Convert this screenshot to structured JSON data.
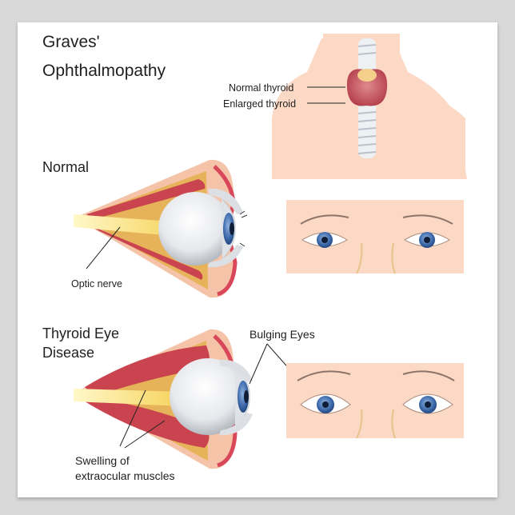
{
  "title_line1": "Graves'",
  "title_line2": "Ophthalmopathy",
  "thyroid": {
    "normal_label": "Normal thyroid",
    "enlarged_label": "Enlarged thyroid"
  },
  "normal": {
    "heading": "Normal",
    "optic_label": "Optic nerve"
  },
  "disease": {
    "heading_line1": "Thyroid Eye",
    "heading_line2": "Disease",
    "bulging_label": "Bulging Eyes",
    "swelling_line1": "Swelling of",
    "swelling_line2": "extraocular muscles"
  },
  "colors": {
    "background": "#d9d9d9",
    "poster": "#ffffff",
    "skin": "#fbd9c5",
    "muscle": "#c9444e",
    "fat": "#e7b35a",
    "iris": "#3b67a8"
  }
}
